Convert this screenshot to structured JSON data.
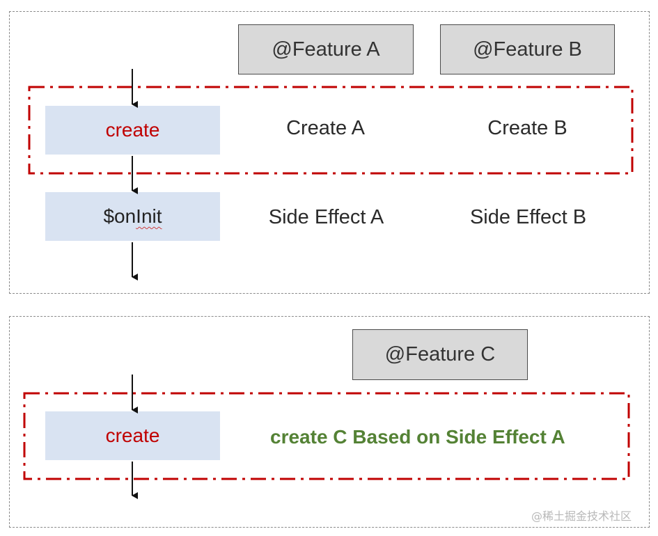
{
  "top_panel": {
    "features": [
      "@Feature A",
      "@Feature B"
    ],
    "create_step": "create",
    "create_results": [
      "Create A",
      "Create B"
    ],
    "oninit_prefix": "$on",
    "oninit_suffix": "Init",
    "side_effects": [
      "Side Effect A",
      "Side Effect B"
    ]
  },
  "bottom_panel": {
    "feature": "@Feature C",
    "create_step": "create",
    "note": "create C Based on Side Effect A"
  },
  "watermark": "@稀土掘金技术社区",
  "colors": {
    "dash_border": "#c00000",
    "step_fill": "#d9e3f2",
    "feature_fill": "#d9d9d9",
    "note_green": "#548235"
  }
}
